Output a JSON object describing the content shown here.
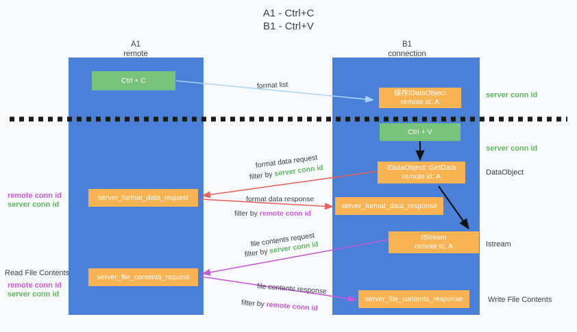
{
  "title": "A1 - Ctrl+C\nB1 - Ctrl+V",
  "colors": {
    "lane": "#4a80d8",
    "green_node": "#78c37c",
    "orange_node": "#f9b353",
    "server_conn_id": "#5cb860",
    "remote_conn_id": "#c65ad6",
    "format_list_arrow": "#aed4f5",
    "format_data_arrow": "#e8615a",
    "file_contents_arrow": "#c65ad6",
    "dashed_divider": "#1a1a1a",
    "background": "#f8f9fa"
  },
  "columns": [
    {
      "name": "A1",
      "subtitle": "remote"
    },
    {
      "name": "B1",
      "subtitle": "connection"
    }
  ],
  "nodes": {
    "ctrl_c": {
      "line1": "Ctrl + C",
      "line2": ""
    },
    "save_idataobject": {
      "line1": "保存IDataObject",
      "line2": "remote id: A"
    },
    "ctrl_v": {
      "line1": "Ctrl + V",
      "line2": ""
    },
    "getdata": {
      "line1": "IDataObject::GetData",
      "line2": "remote id: A"
    },
    "server_format_data_request": {
      "line1": "server_format_data_request",
      "line2": ""
    },
    "server_format_data_response": {
      "line1": "server_format_data_response",
      "line2": ""
    },
    "istream": {
      "line1": "IStream",
      "line2": "remote id: A"
    },
    "server_file_contents_request": {
      "line1": "server_file_contents_request",
      "line2": ""
    },
    "server_file_contents_response": {
      "line1": "server_file_contents_response",
      "line2": ""
    }
  },
  "edge_labels": {
    "format_list": "format list",
    "format_data_request": "format data request",
    "format_data_request_filter_prefix": "filter by ",
    "format_data_request_filter_key": "server conn id",
    "format_data_response": "format data response",
    "format_data_response_filter_prefix": "filter by ",
    "format_data_response_filter_key": "remote conn id",
    "file_contents_request": "file contents request",
    "file_contents_request_filter_prefix": "filter by ",
    "file_contents_request_filter_key": "server conn id",
    "file_contents_response": "file contents response",
    "file_contents_response_filter_prefix": "filter by ",
    "file_contents_response_filter_key": "remote conn id"
  },
  "side_labels": {
    "right_server_conn_id_top": "server conn id",
    "right_server_conn_id_mid": "server conn id",
    "right_dataobject": "DataObject",
    "right_istream": "Istream",
    "right_write_file_contents": "Write File Contents",
    "left_remote_conn_id_1": "remote conn id",
    "left_server_conn_id_1": "server conn id",
    "left_read_file_contents": "Read File Contents",
    "left_remote_conn_id_2": "remote conn id",
    "left_server_conn_id_2": "server conn id"
  }
}
